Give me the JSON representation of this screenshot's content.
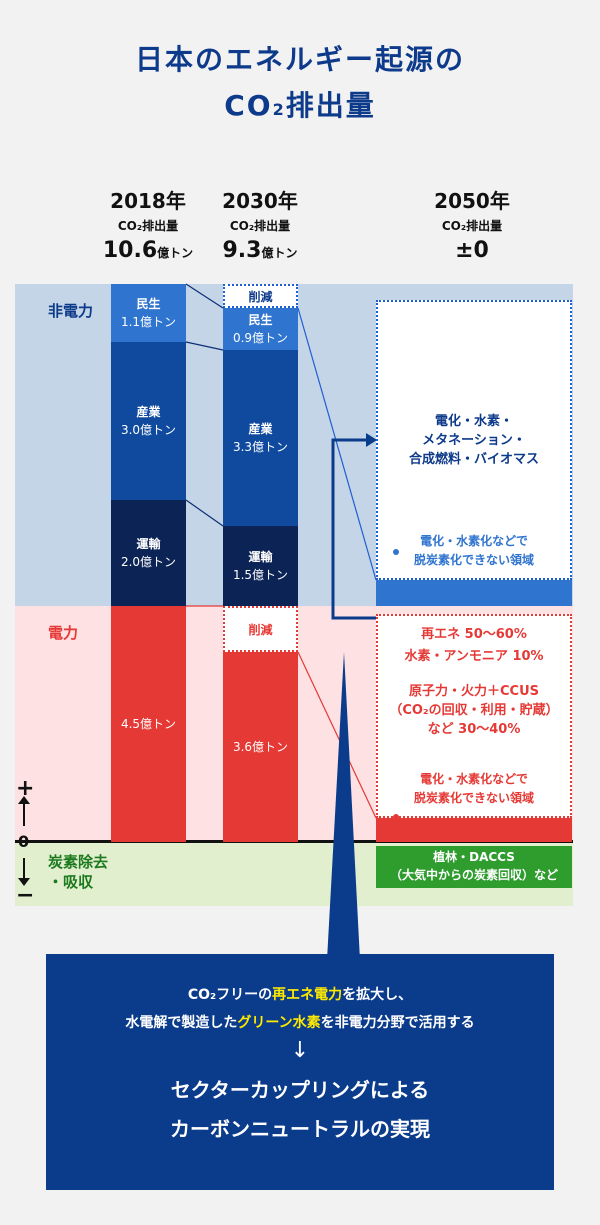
{
  "title": {
    "line1": "日本のエネルギー起源の",
    "line2_prefix": "CO",
    "line2_sub": "2",
    "line2_suffix": "排出量"
  },
  "columns": [
    {
      "year": "2018年",
      "sublabel": "CO₂排出量",
      "amount": "10.6",
      "unit": "億トン"
    },
    {
      "year": "2030年",
      "sublabel": "CO₂排出量",
      "amount": "9.3",
      "unit": "億トン"
    },
    {
      "year": "2050年",
      "sublabel": "CO₂排出量",
      "amount": "±0",
      "unit": ""
    }
  ],
  "bands": {
    "non_electric": "非電力",
    "electric": "電力",
    "removal_line1": "炭素除去",
    "removal_line2": "・吸収"
  },
  "axis": {
    "plus": "+",
    "zero": "0",
    "minus": "−"
  },
  "bars_2018": [
    {
      "name": "民生",
      "value": "1.1億トン"
    },
    {
      "name": "産業",
      "value": "3.0億トン"
    },
    {
      "name": "運輸",
      "value": "2.0億トン"
    },
    {
      "name": "",
      "value": "4.5億トン"
    }
  ],
  "bars_2030": [
    {
      "name": "削減",
      "value": ""
    },
    {
      "name": "民生",
      "value": "0.9億トン"
    },
    {
      "name": "産業",
      "value": "3.3億トン"
    },
    {
      "name": "運輸",
      "value": "1.5億トン"
    },
    {
      "name": "削減",
      "value": ""
    },
    {
      "name": "",
      "value": "3.6億トン"
    }
  ],
  "col2050": {
    "nonelec_main": [
      "電化・水素・",
      "メタネーション・",
      "合成燃料・バイオマス"
    ],
    "nonelec_rest": [
      "電化・水素化などで",
      "脱炭素化できない領域"
    ],
    "elec_renew": [
      "再エネ 50〜60%",
      "水素・アンモニア 10%"
    ],
    "elec_nuclear": [
      "原子力・火力＋CCUS",
      "（CO₂の回収・利用・貯蔵）",
      "など 30〜40%"
    ],
    "elec_rest": [
      "電化・水素化などで",
      "脱炭素化できない領域"
    ],
    "removal": [
      "植林・DACCS",
      "（大気中からの炭素回収）など"
    ]
  },
  "callout": {
    "line1_pre": "CO₂フリーの",
    "line1_hl": "再エネ電力",
    "line1_post": "を拡大し、",
    "line2_pre": "水電解で製造した",
    "line2_hl": "グリーン水素",
    "line2_post": "を非電力分野で活用する",
    "arrow": "↓",
    "result1": "セクターカップリングによる",
    "result2": "カーボンニュートラルの実現"
  },
  "colors": {
    "navy": "#0b3c8c",
    "red": "#e53935",
    "blue_band": "#c3d5e6",
    "pink_band": "#fde1e3",
    "green_band": "#e1efcf",
    "green": "#2e9d2e"
  }
}
